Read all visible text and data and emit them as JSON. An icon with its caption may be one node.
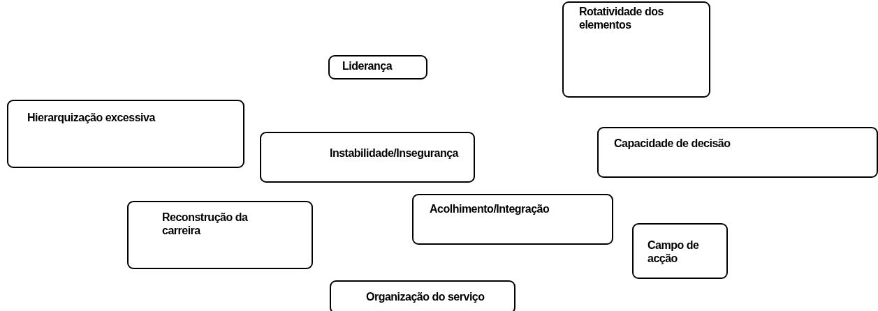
{
  "diagram": {
    "nodes": [
      {
        "text": [
          "Rotatividade dos elementos"
        ]
      },
      {
        "text": [
          "Liderança"
        ]
      },
      {
        "text": [
          "Hierarquização excessiva"
        ]
      },
      {
        "text": [
          "Instabilidade/Insegurança"
        ]
      },
      {
        "text": [
          "Capacidade de decisão"
        ]
      },
      {
        "text": [
          "Reconstrução da carreira"
        ]
      },
      {
        "text": [
          "Acolhimento/Integração"
        ]
      },
      {
        "text": [
          "Campo de acção"
        ]
      },
      {
        "text": [
          "Organização do serviço"
        ]
      }
    ]
  }
}
